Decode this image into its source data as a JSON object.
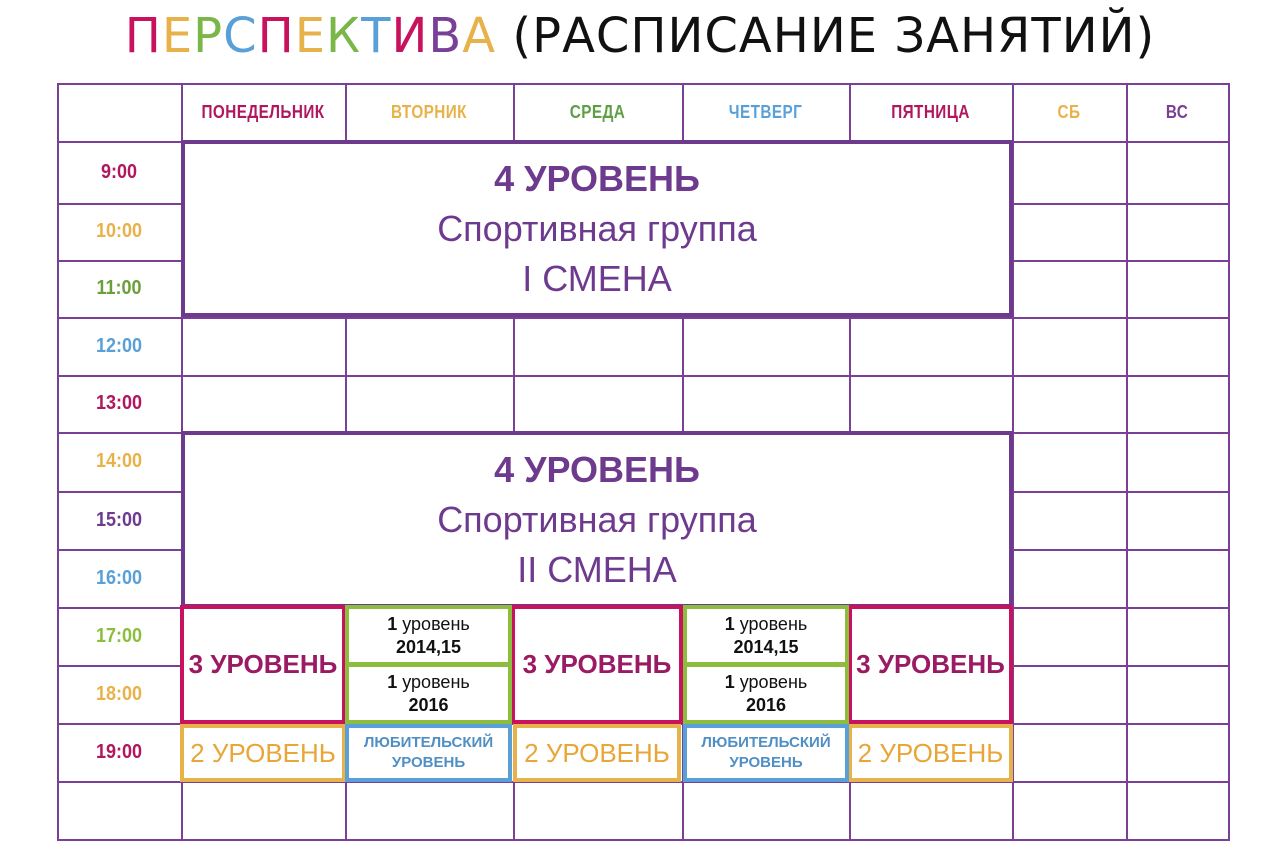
{
  "title": {
    "brand_letters": [
      {
        "ch": "П",
        "color": "#c8125e"
      },
      {
        "ch": "Е",
        "color": "#e8b24a"
      },
      {
        "ch": "Р",
        "color": "#7ab648"
      },
      {
        "ch": "С",
        "color": "#5aa0d8"
      },
      {
        "ch": "П",
        "color": "#c8125e"
      },
      {
        "ch": "Е",
        "color": "#e8b24a"
      },
      {
        "ch": "К",
        "color": "#7ab648"
      },
      {
        "ch": "Т",
        "color": "#5aa0d8"
      },
      {
        "ch": "И",
        "color": "#c8125e"
      },
      {
        "ch": "В",
        "color": "#7a3f96"
      },
      {
        "ch": "А",
        "color": "#e8b24a"
      }
    ],
    "rest": "(РАСПИСАНИЕ ЗАНЯТИЙ)"
  },
  "days": [
    {
      "label": "ПОНЕДЕЛЬНИК",
      "color": "#b0175e"
    },
    {
      "label": "ВТОРНИК",
      "color": "#e8b24a"
    },
    {
      "label": "СРЕДА",
      "color": "#5e9e45"
    },
    {
      "label": "ЧЕТВЕРГ",
      "color": "#5aa0d8"
    },
    {
      "label": "ПЯТНИЦА",
      "color": "#b0175e"
    },
    {
      "label": "СБ",
      "color": "#e8b24a"
    },
    {
      "label": "ВС",
      "color": "#7a3f96"
    }
  ],
  "times": [
    {
      "label": "9:00",
      "color": "#b0175e"
    },
    {
      "label": "10:00",
      "color": "#e8b24a"
    },
    {
      "label": "11:00",
      "color": "#6a9f3a"
    },
    {
      "label": "12:00",
      "color": "#5aa0d8"
    },
    {
      "label": "13:00",
      "color": "#b0175e"
    },
    {
      "label": "14:00",
      "color": "#e8b24a"
    },
    {
      "label": "15:00",
      "color": "#6e3a8e"
    },
    {
      "label": "16:00",
      "color": "#5aa0d8"
    },
    {
      "label": "17:00",
      "color": "#8cbd3e"
    },
    {
      "label": "18:00",
      "color": "#e8b24a"
    },
    {
      "label": "19:00",
      "color": "#b0175e"
    }
  ],
  "blocks": {
    "morning": {
      "level": "4 УРОВЕНЬ",
      "group": "Спортивная группа",
      "shift": "I СМЕНА"
    },
    "afternoon": {
      "level": "4 УРОВЕНЬ",
      "group": "Спортивная группа",
      "shift": "II СМЕНА"
    }
  },
  "lessons": {
    "level3": "3 УРОВЕНЬ",
    "level2": "2 УРОВЕНЬ",
    "level1_num": "1",
    "level1_word": "уровень",
    "year_a": "2014,15",
    "year_b": "2016",
    "amateur_1": "ЛЮБИТЕЛЬСКИЙ",
    "amateur_2": "УРОВЕНЬ"
  }
}
